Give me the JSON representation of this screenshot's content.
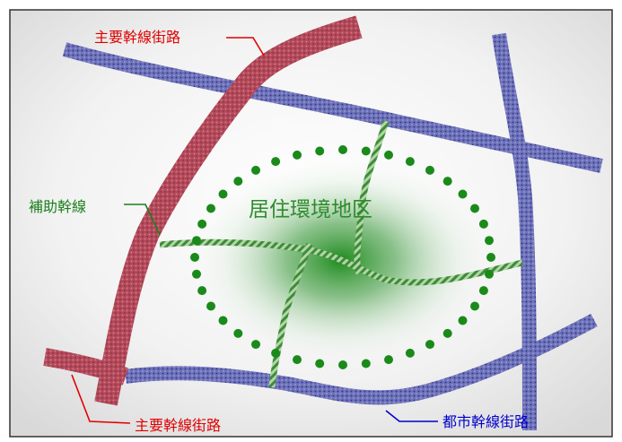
{
  "title": "居住環境地区",
  "labels": {
    "main_arterial_top": "主要幹線街路",
    "main_arterial_bottom": "主要幹線街路",
    "auxiliary_arterial": "補助幹線",
    "urban_arterial": "都市幹線街路"
  },
  "colors": {
    "main_arterial": "#b0485a",
    "main_arterial_label": "#e00000",
    "urban_arterial": "#6b6fb5",
    "urban_arterial_label": "#0000cc",
    "auxiliary_arterial": "#3c8c3c",
    "district_dots": "#1a8a1a"
  }
}
